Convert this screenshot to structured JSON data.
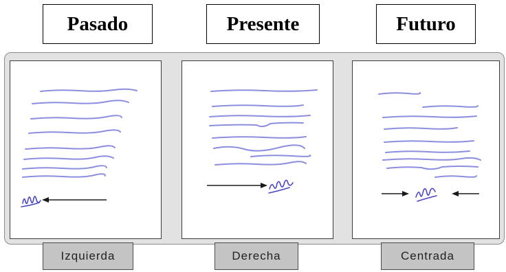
{
  "titles": {
    "past": "Pasado",
    "present": "Presente",
    "future": "Futuro"
  },
  "alignments": {
    "left": "Izquierda",
    "right": "Derecha",
    "center": "Centrada"
  },
  "colors": {
    "text_lines": "#8c8ce0",
    "signature": "#4a46c4",
    "strip_background": "#e2e2e2",
    "label_background": "#c4c4c4"
  }
}
